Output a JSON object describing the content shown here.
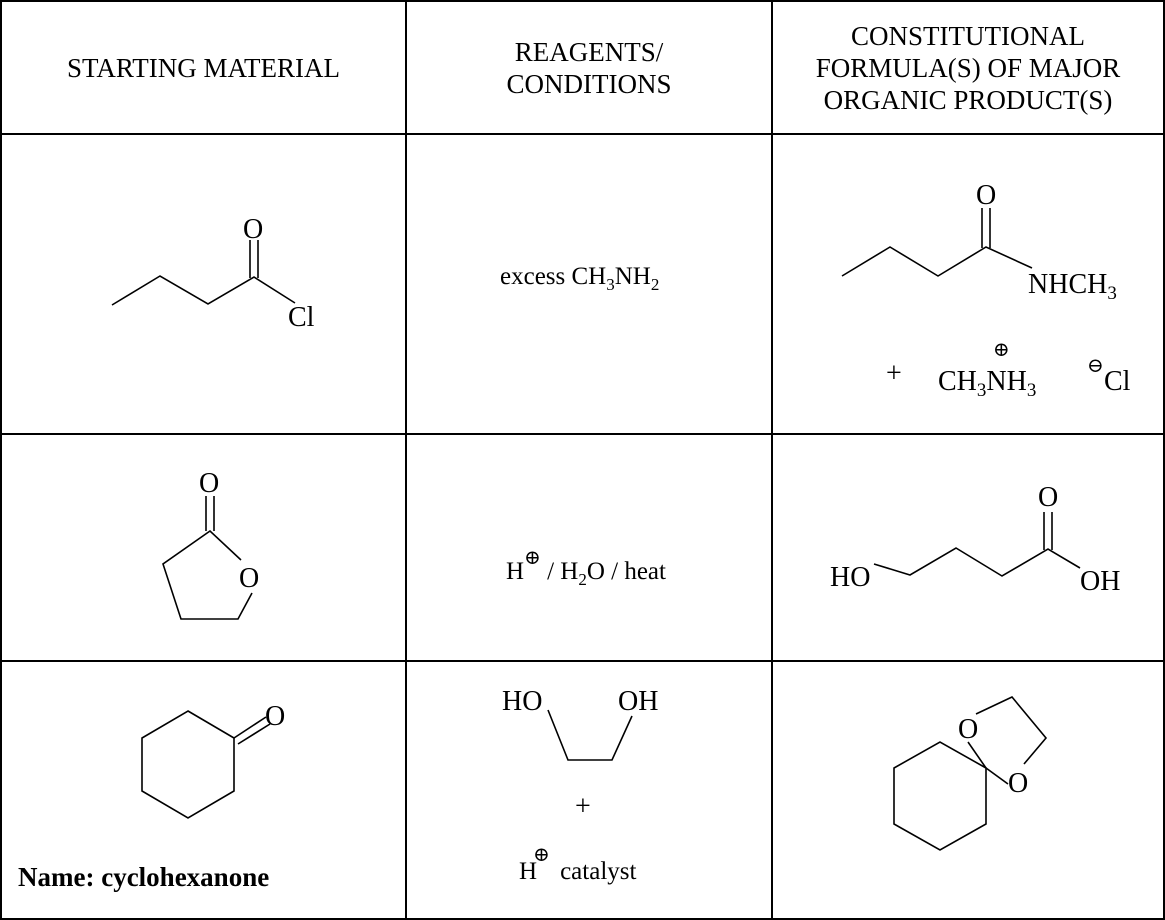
{
  "table": {
    "headers": {
      "starting_material": "STARTING MATERIAL",
      "reagents": [
        "REAGENTS/",
        "CONDITIONS"
      ],
      "products": [
        "CONSTITUTIONAL",
        "FORMULA(S) OF MAJOR",
        "ORGANIC PRODUCT(S)"
      ]
    },
    "rows": [
      {
        "starting_material": {
          "atom_O": "O",
          "atom_Cl": "Cl"
        },
        "reagents": {
          "prefix": "excess CH",
          "sub1": "3",
          "mid": "NH",
          "sub2": "2"
        },
        "products": {
          "atom_O": "O",
          "group": "NHCH",
          "group_sub": "3",
          "plus": "+",
          "salt_a": "CH",
          "salt_a_sub": "3",
          "salt_b": "NH",
          "salt_b_sub": "3",
          "plus_charge": "⊕",
          "minus_charge": "⊖",
          "salt_c": "Cl"
        }
      },
      {
        "starting_material": {
          "atom_O_carbonyl": "O",
          "atom_O_ring": "O"
        },
        "reagents": {
          "h": "H",
          "charge": "⊕",
          "mid": " / H",
          "sub": "2",
          "tail": "O / heat"
        },
        "products": {
          "atom_O": "O",
          "HO": "HO",
          "OH": "OH"
        }
      },
      {
        "starting_material": {
          "atom_O": "O",
          "name_label": "Name: cyclohexanone"
        },
        "reagents": {
          "HO": "HO",
          "OH": "OH",
          "plus": "+",
          "h": "H",
          "charge": "⊕",
          "catalyst": "catalyst"
        },
        "products": {
          "atom_O_top": "O",
          "atom_O_bottom": "O"
        }
      }
    ]
  }
}
